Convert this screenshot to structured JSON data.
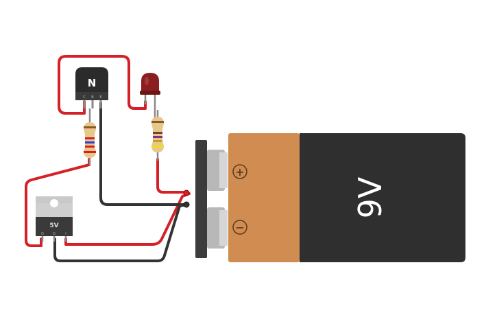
{
  "circuit": {
    "transistor": {
      "label": "N",
      "pins": [
        "C",
        "B",
        "E"
      ]
    },
    "regulator": {
      "label": "5V",
      "pins": [
        "O",
        "G",
        "I"
      ]
    },
    "battery": {
      "label": "9V",
      "plus_symbol": "+",
      "minus_symbol": "−"
    },
    "colors": {
      "wire_red": "#d42127",
      "wire_black": "#333333",
      "battery_body": "#2f2f2f",
      "battery_label_band": "#d18c52",
      "led": "#8b1f1f",
      "resistor_body": "#e8c88a"
    }
  }
}
